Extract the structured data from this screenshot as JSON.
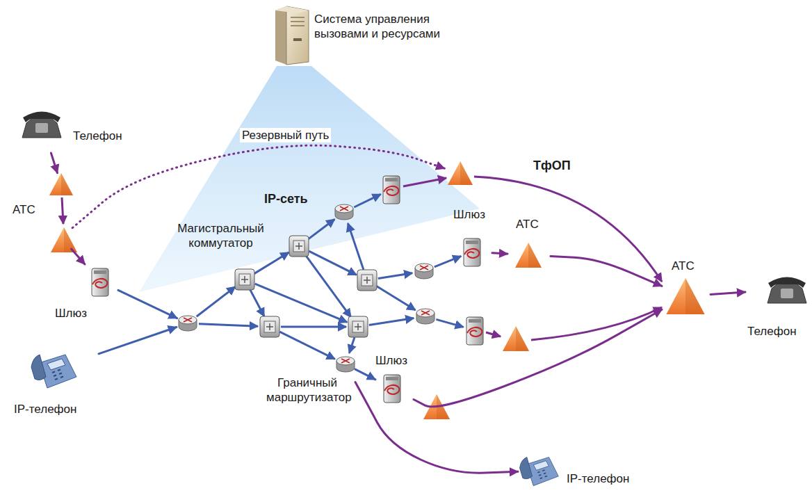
{
  "diagram": {
    "nodes": [
      {
        "text": [
          "Система управления вызовами и ресурсами"
        ]
      },
      {
        "text": [
          "Телефон"
        ]
      },
      {
        "text": [
          "АТС"
        ]
      },
      {
        "text": [
          "Шлюз"
        ]
      },
      {
        "text": [
          "IP-телефон"
        ]
      },
      {
        "text": [
          "IP-сеть"
        ]
      },
      {
        "text": [
          "Магистральный коммутатор"
        ],
        "in": 5
      },
      {
        "text": [
          "Граничный маршрутизатор"
        ],
        "in": 5
      },
      {
        "text": [
          "ТфОП"
        ]
      },
      {
        "text": [
          "Шлюз"
        ]
      },
      {
        "text": [
          "Шлюз"
        ]
      },
      {
        "text": [
          "АТС"
        ],
        "in": 8
      },
      {
        "text": [
          "АТС"
        ],
        "in": 8
      },
      {
        "text": [
          "Телефон"
        ]
      },
      {
        "text": [
          "IP-телефон"
        ]
      }
    ],
    "edges": [
      {
        "from": 1,
        "to": 2,
        "arrow": "to"
      },
      {
        "from": 2,
        "to": 3,
        "arrow": "to"
      },
      {
        "from": 3,
        "to": 5,
        "arrow": "to"
      },
      {
        "from": 4,
        "to": 5,
        "arrow": "to"
      },
      {
        "from": 2,
        "to": 8,
        "label": "Резервный путь",
        "arrow": "to"
      },
      {
        "from": 9,
        "to": 11,
        "arrow": "to"
      },
      {
        "from": 11,
        "to": 12,
        "arrow": "to"
      },
      {
        "from": 10,
        "to": 12,
        "arrow": "to"
      },
      {
        "from": 12,
        "to": 13,
        "arrow": "to"
      },
      {
        "from": 7,
        "to": 10,
        "arrow": "to"
      },
      {
        "from": 7,
        "to": 14,
        "arrow": "to"
      }
    ]
  }
}
